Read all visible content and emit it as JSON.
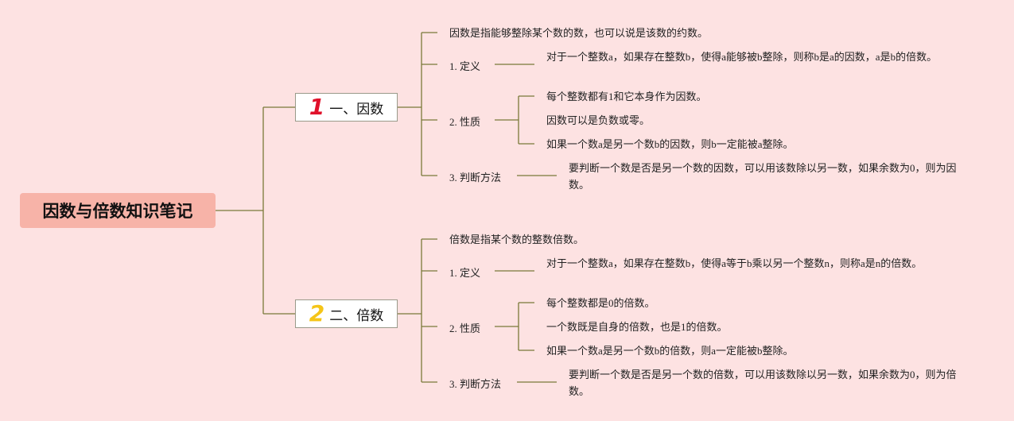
{
  "root": {
    "title": "因数与倍数知识笔记"
  },
  "factor": {
    "badge": "1",
    "title": "一、因数",
    "intro": "因数是指能够整除某个数的数，也可以说是该数的约数。",
    "def_label": "1. 定义",
    "def_text": "对于一个整数a，如果存在整数b，使得a能够被b整除，则称b是a的因数，a是b的倍数。",
    "prop_label": "2. 性质",
    "props": [
      "每个整数都有1和它本身作为因数。",
      "因数可以是负数或零。",
      "如果一个数a是另一个数b的因数，则b一定能被a整除。"
    ],
    "method_label": "3. 判断方法",
    "method_text": "要判断一个数是否是另一个数的因数，可以用该数除以另一数，如果余数为0，则为因数。"
  },
  "multiple": {
    "badge": "2",
    "title": "二、倍数",
    "intro": "倍数是指某个数的整数倍数。",
    "def_label": "1. 定义",
    "def_text": "对于一个整数a，如果存在整数b，使得a等于b乘以另一个整数n，则称a是n的倍数。",
    "prop_label": "2. 性质",
    "props": [
      "每个整数都是0的倍数。",
      "一个数既是自身的倍数，也是1的倍数。",
      "如果一个数a是另一个数b的倍数，则a一定能被b整除。"
    ],
    "method_label": "3. 判断方法",
    "method_text": "要判断一个数是否是另一个数的倍数，可以用该数除以另一数，如果余数为0，则为倍数。"
  }
}
